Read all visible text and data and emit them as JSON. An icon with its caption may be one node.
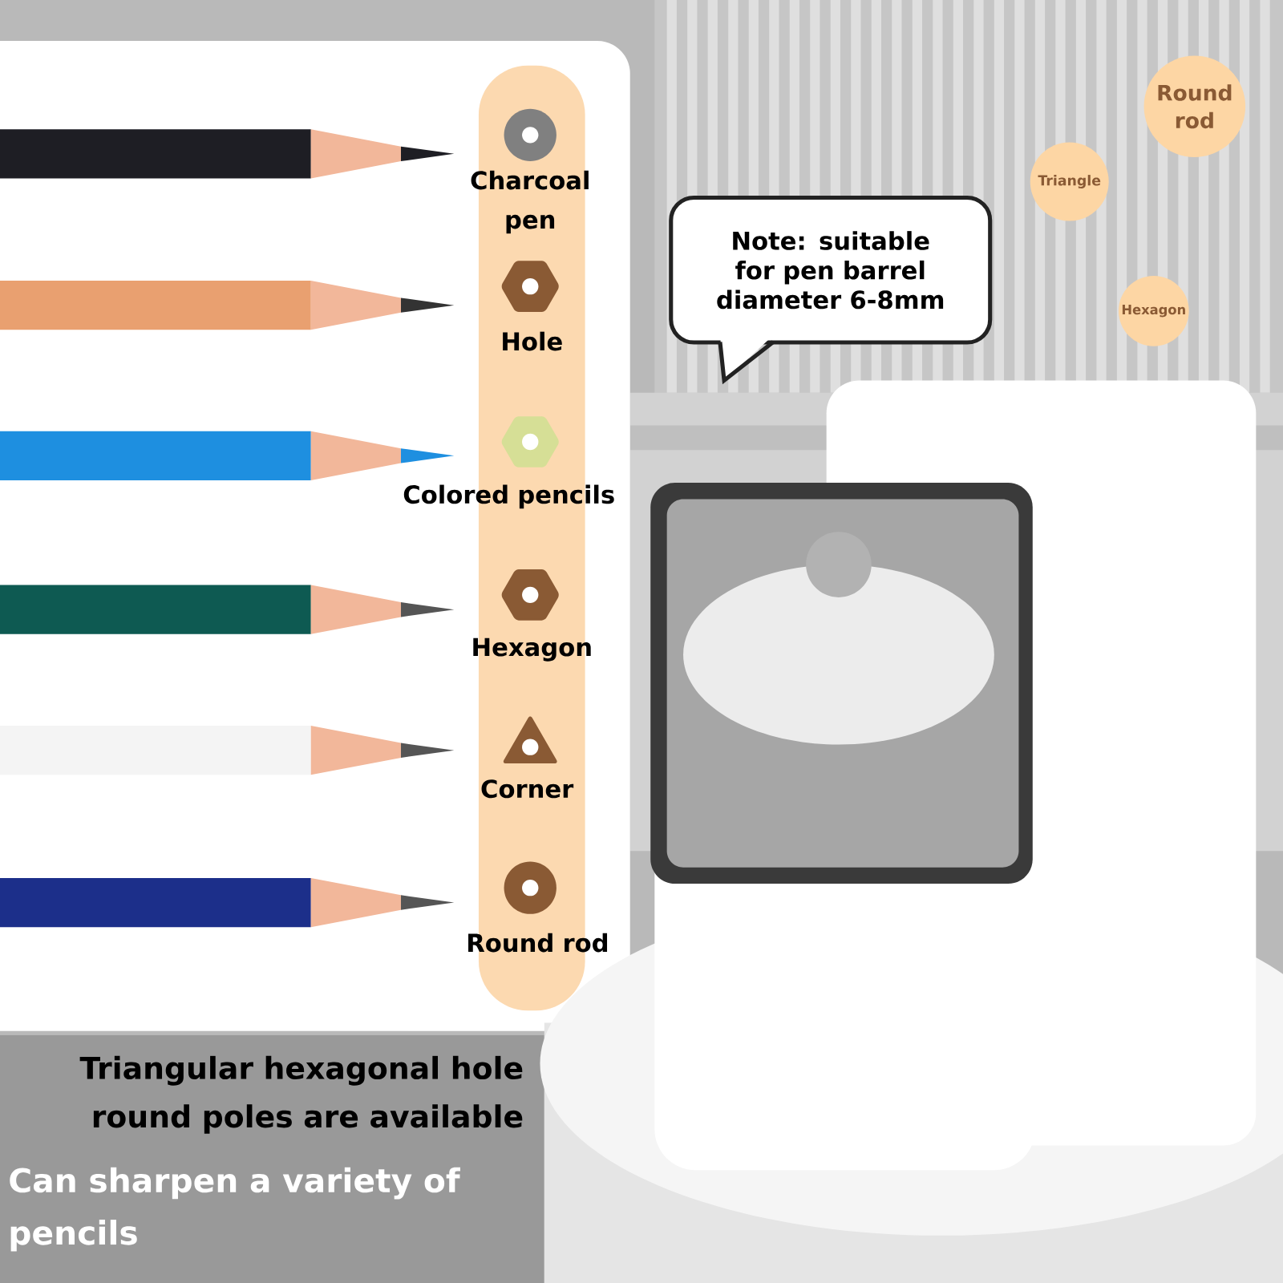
{
  "diagram": {
    "nodes": [
      {
        "text": [
          "Note: suitable for pen barrel diameter 6-8mm"
        ]
      },
      {
        "text": [
          "Round rod"
        ]
      },
      {
        "text": [
          "Triangle"
        ]
      },
      {
        "text": [
          "Hexagon"
        ]
      }
    ],
    "labels": [
      "Charcoal pen",
      "Hole",
      "Colored pencils",
      "Hexagon",
      "Corner",
      "Round rod",
      "Triangular hexagonal hole round poles are available",
      "Can sharpen a variety of pencils"
    ]
  }
}
